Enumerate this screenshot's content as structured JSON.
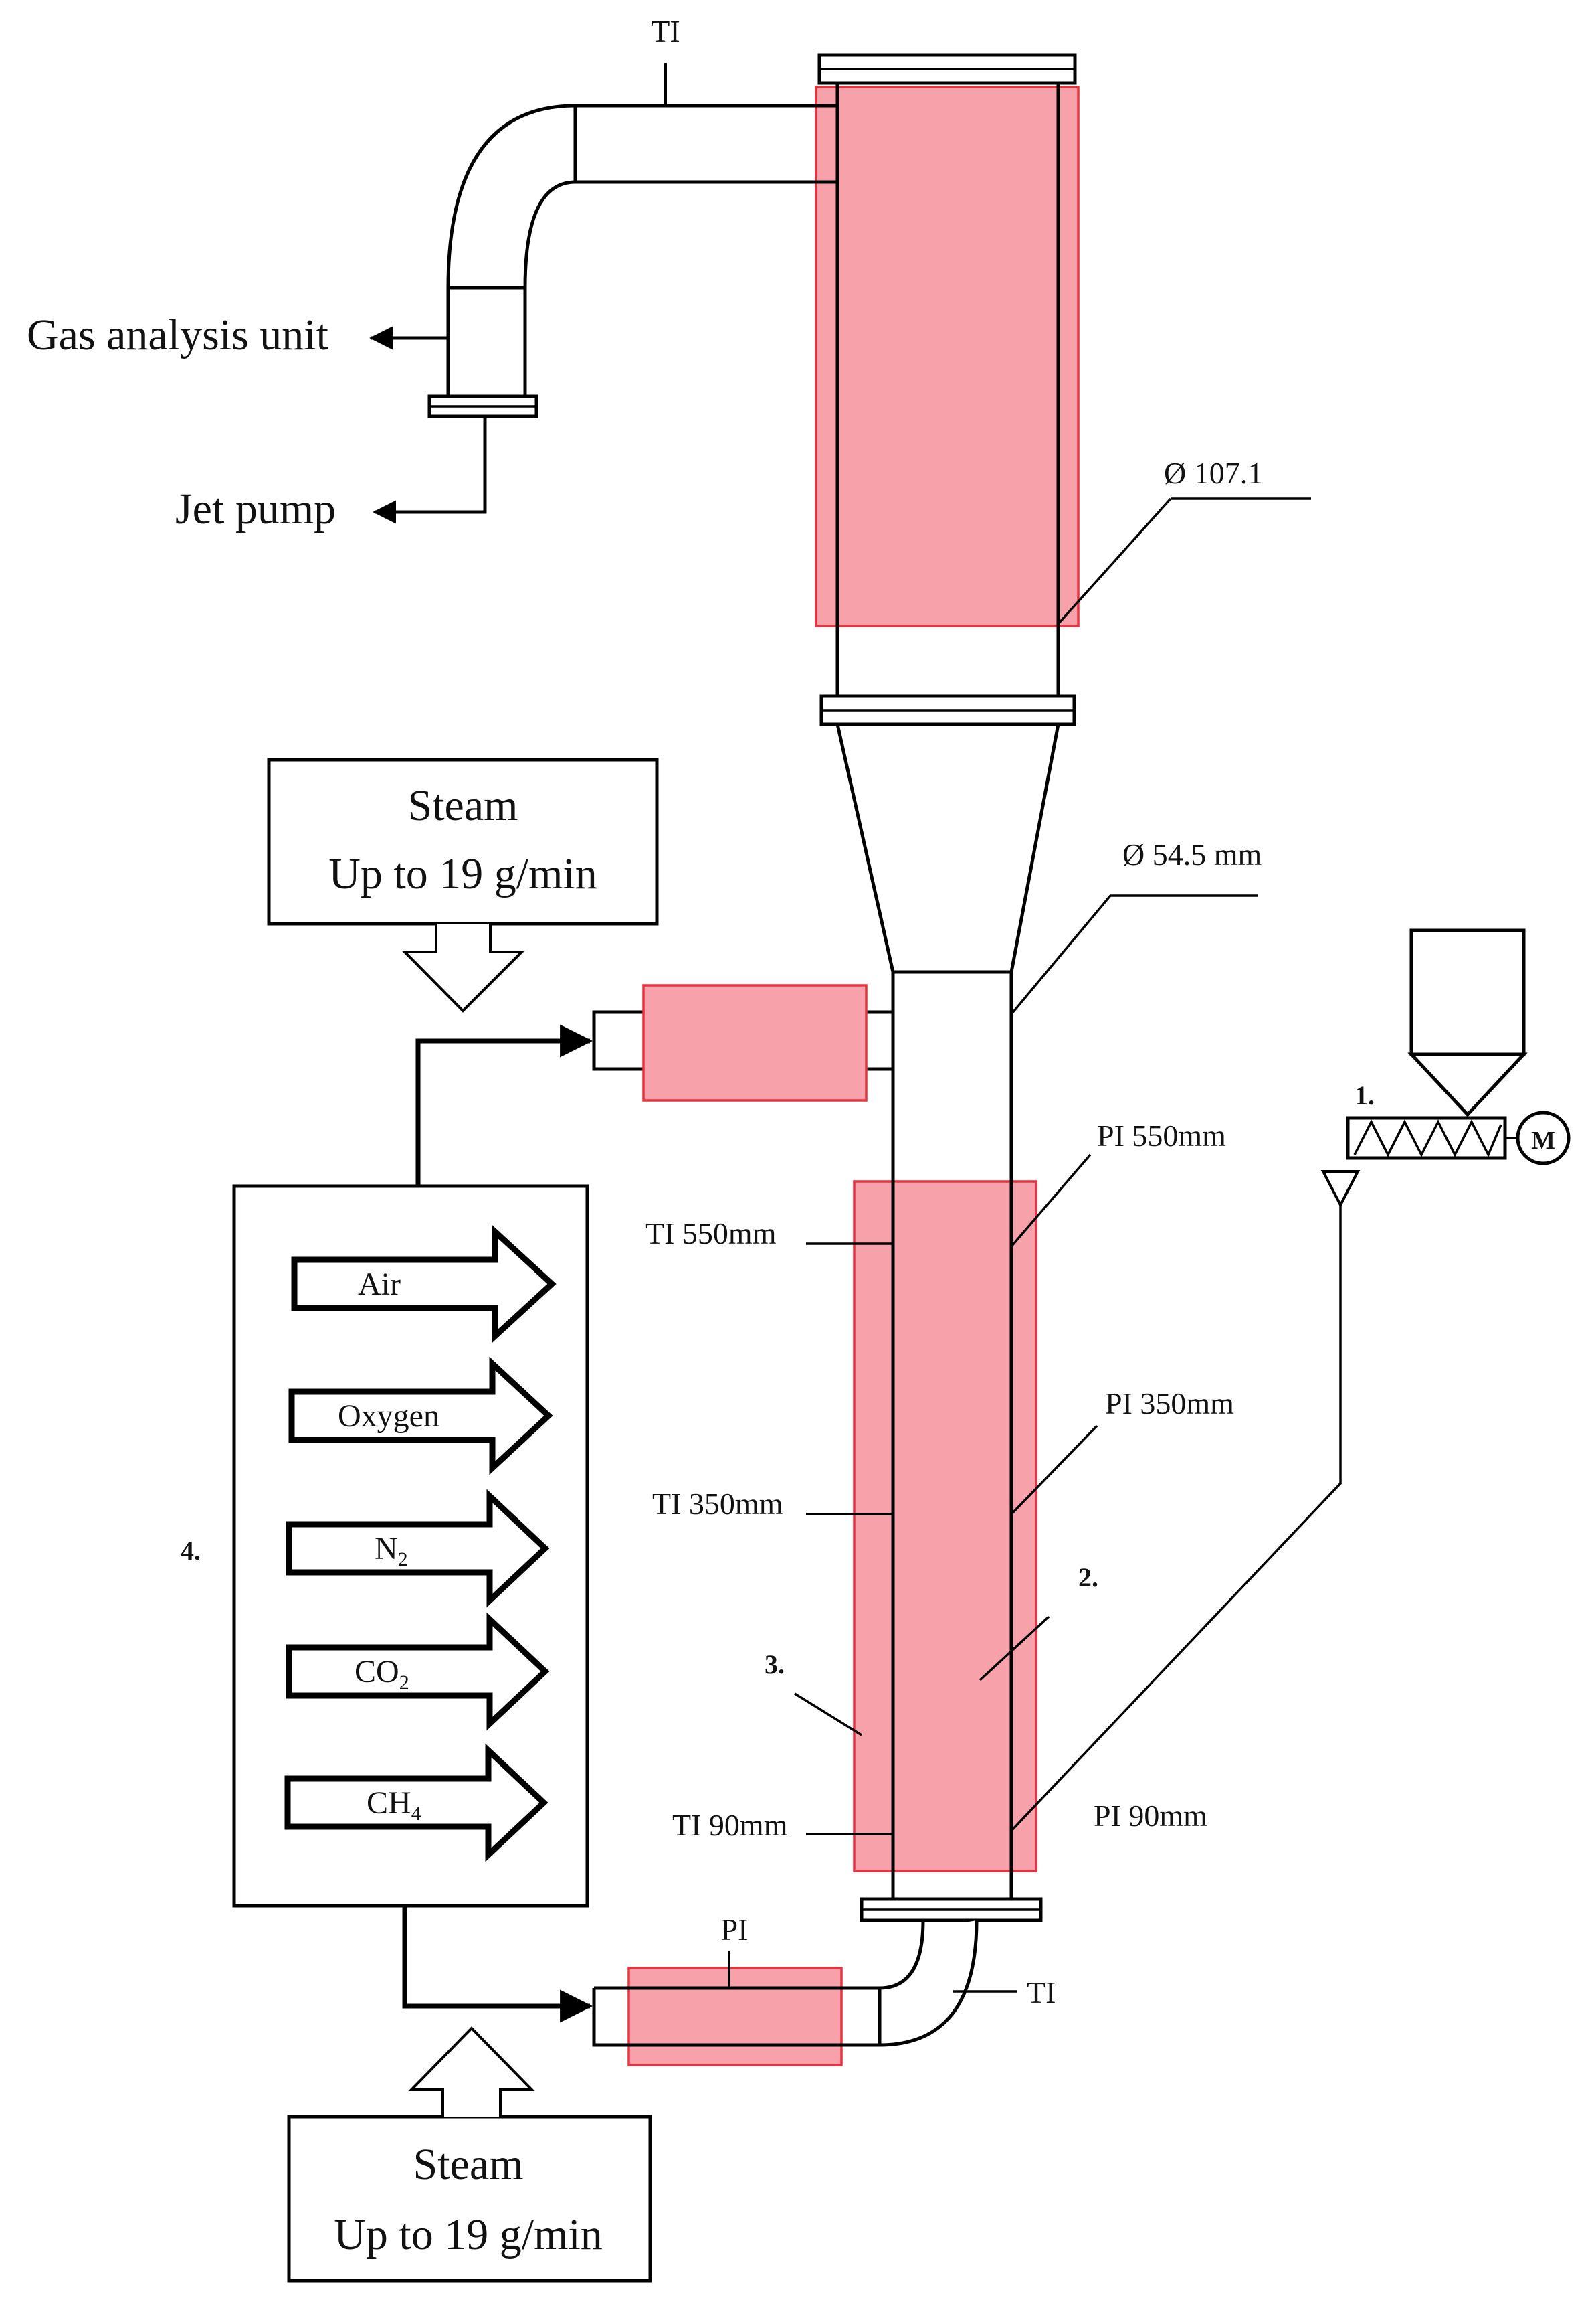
{
  "labels": {
    "ti_top": "TI",
    "gas_analysis": "Gas analysis unit",
    "jet_pump": "Jet pump",
    "dia_top": "Ø 107.1",
    "dia_mid": "Ø 54.5 mm",
    "steam_top_line1": "Steam",
    "steam_top_line2": "Up to 19 g/min",
    "steam_bottom_line1": "Steam",
    "steam_bottom_line2": "Up to 19 g/min",
    "ti_550": "TI 550mm",
    "ti_350": "TI 350mm",
    "ti_90": "TI 90mm",
    "pi_550": "PI 550mm",
    "pi_350": "PI 350mm",
    "pi_90": "PI 90mm",
    "pi_bottom": "PI",
    "ti_bottom": "TI",
    "motor": "M",
    "num_1": "1.",
    "num_2": "2.",
    "num_3": "3.",
    "num_4": "4."
  },
  "gases": [
    {
      "label": "Air",
      "sub": ""
    },
    {
      "label": "Oxygen",
      "sub": ""
    },
    {
      "label": "N",
      "sub": "2"
    },
    {
      "label": "CO",
      "sub": "2"
    },
    {
      "label": "CH",
      "sub": "4"
    }
  ],
  "colors": {
    "heated_zone_fill": "#f7a1aa",
    "heated_zone_stroke": "#e5343f",
    "lines": "#000000"
  }
}
